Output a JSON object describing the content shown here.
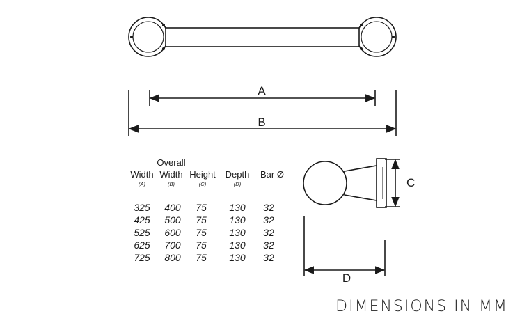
{
  "labels": {
    "a": "A",
    "b": "B",
    "c": "C",
    "d": "D"
  },
  "table": {
    "headers": [
      {
        "top": "",
        "main": "Width",
        "sub": "(A)"
      },
      {
        "top": "Overall",
        "main": "Width",
        "sub": "(B)"
      },
      {
        "top": "",
        "main": "Height",
        "sub": "(C)"
      },
      {
        "top": "",
        "main": "Depth",
        "sub": "(D)"
      },
      {
        "top": "",
        "main": "Bar Ø",
        "sub": ""
      }
    ],
    "rows": [
      [
        "325",
        "400",
        "75",
        "130",
        "32"
      ],
      [
        "425",
        "500",
        "75",
        "130",
        "32"
      ],
      [
        "525",
        "600",
        "75",
        "130",
        "32"
      ],
      [
        "625",
        "700",
        "75",
        "130",
        "32"
      ],
      [
        "725",
        "800",
        "75",
        "130",
        "32"
      ]
    ]
  },
  "footer": "DIMENSIONS IN MM"
}
